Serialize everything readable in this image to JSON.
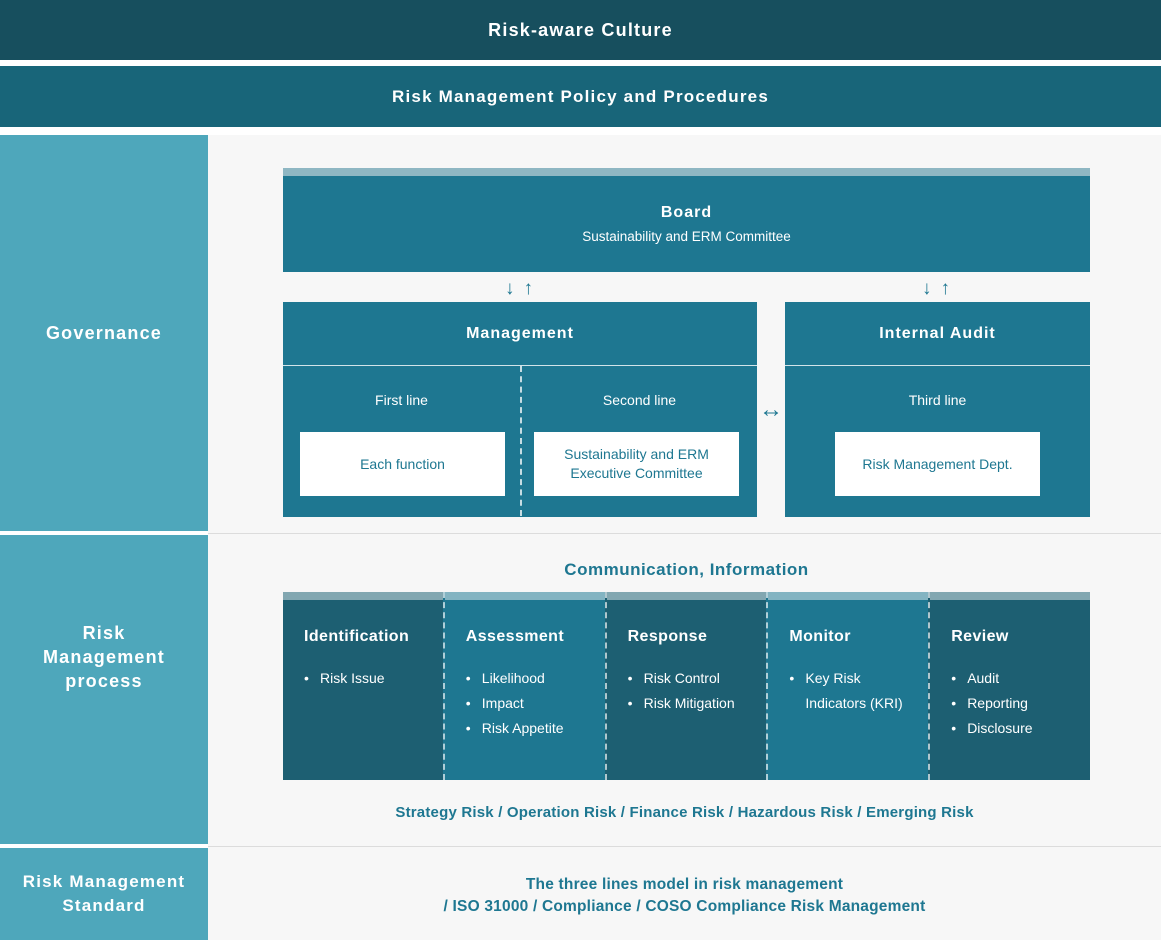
{
  "banners": {
    "culture": "Risk-aware Culture",
    "policy": "Risk Management Policy and Procedures"
  },
  "sidebar": {
    "governance": "Governance",
    "process": "Risk Management process",
    "standard": "Risk Management Standard"
  },
  "governance": {
    "board": {
      "title": "Board",
      "subtitle": "Sustainability and ERM Committee"
    },
    "arrows": {
      "down": "↓",
      "up": "↑",
      "both": "↔"
    },
    "management": {
      "title": "Management",
      "first_line_label": "First line",
      "first_line_box": "Each function",
      "second_line_label": "Second line",
      "second_line_box": "Sustainability and ERM Executive Committee"
    },
    "internal_audit": {
      "title": "Internal Audit",
      "third_line_label": "Third line",
      "third_line_box": "Risk Management Dept."
    }
  },
  "process": {
    "communication": "Communication, Information",
    "columns": [
      {
        "title": "Identification",
        "items": [
          "Risk Issue"
        ]
      },
      {
        "title": "Assessment",
        "items": [
          "Likelihood",
          "Impact",
          "Risk Appetite"
        ]
      },
      {
        "title": "Response",
        "items": [
          "Risk Control",
          "Risk Mitigation"
        ]
      },
      {
        "title": "Monitor",
        "items": [
          "Key Risk Indicators (KRI)"
        ]
      },
      {
        "title": "Review",
        "items": [
          "Audit",
          "Reporting",
          "Disclosure"
        ]
      }
    ],
    "risk_types": "Strategy Risk / Operation Risk / Finance Risk / Hazardous Risk / Emerging Risk"
  },
  "standard": {
    "line1": "The three lines model in risk management",
    "line2": "/ ISO 31000 / Compliance / COSO Compliance Risk Management"
  },
  "colors": {
    "banner_dark": "#174f5e",
    "banner_teal": "#186579",
    "sidebar_teal": "#4ea7bb",
    "box_teal": "#1e7791",
    "column_dark": "#1d5f72",
    "content_bg": "#f7f7f7",
    "accent_text": "#1e7791"
  }
}
